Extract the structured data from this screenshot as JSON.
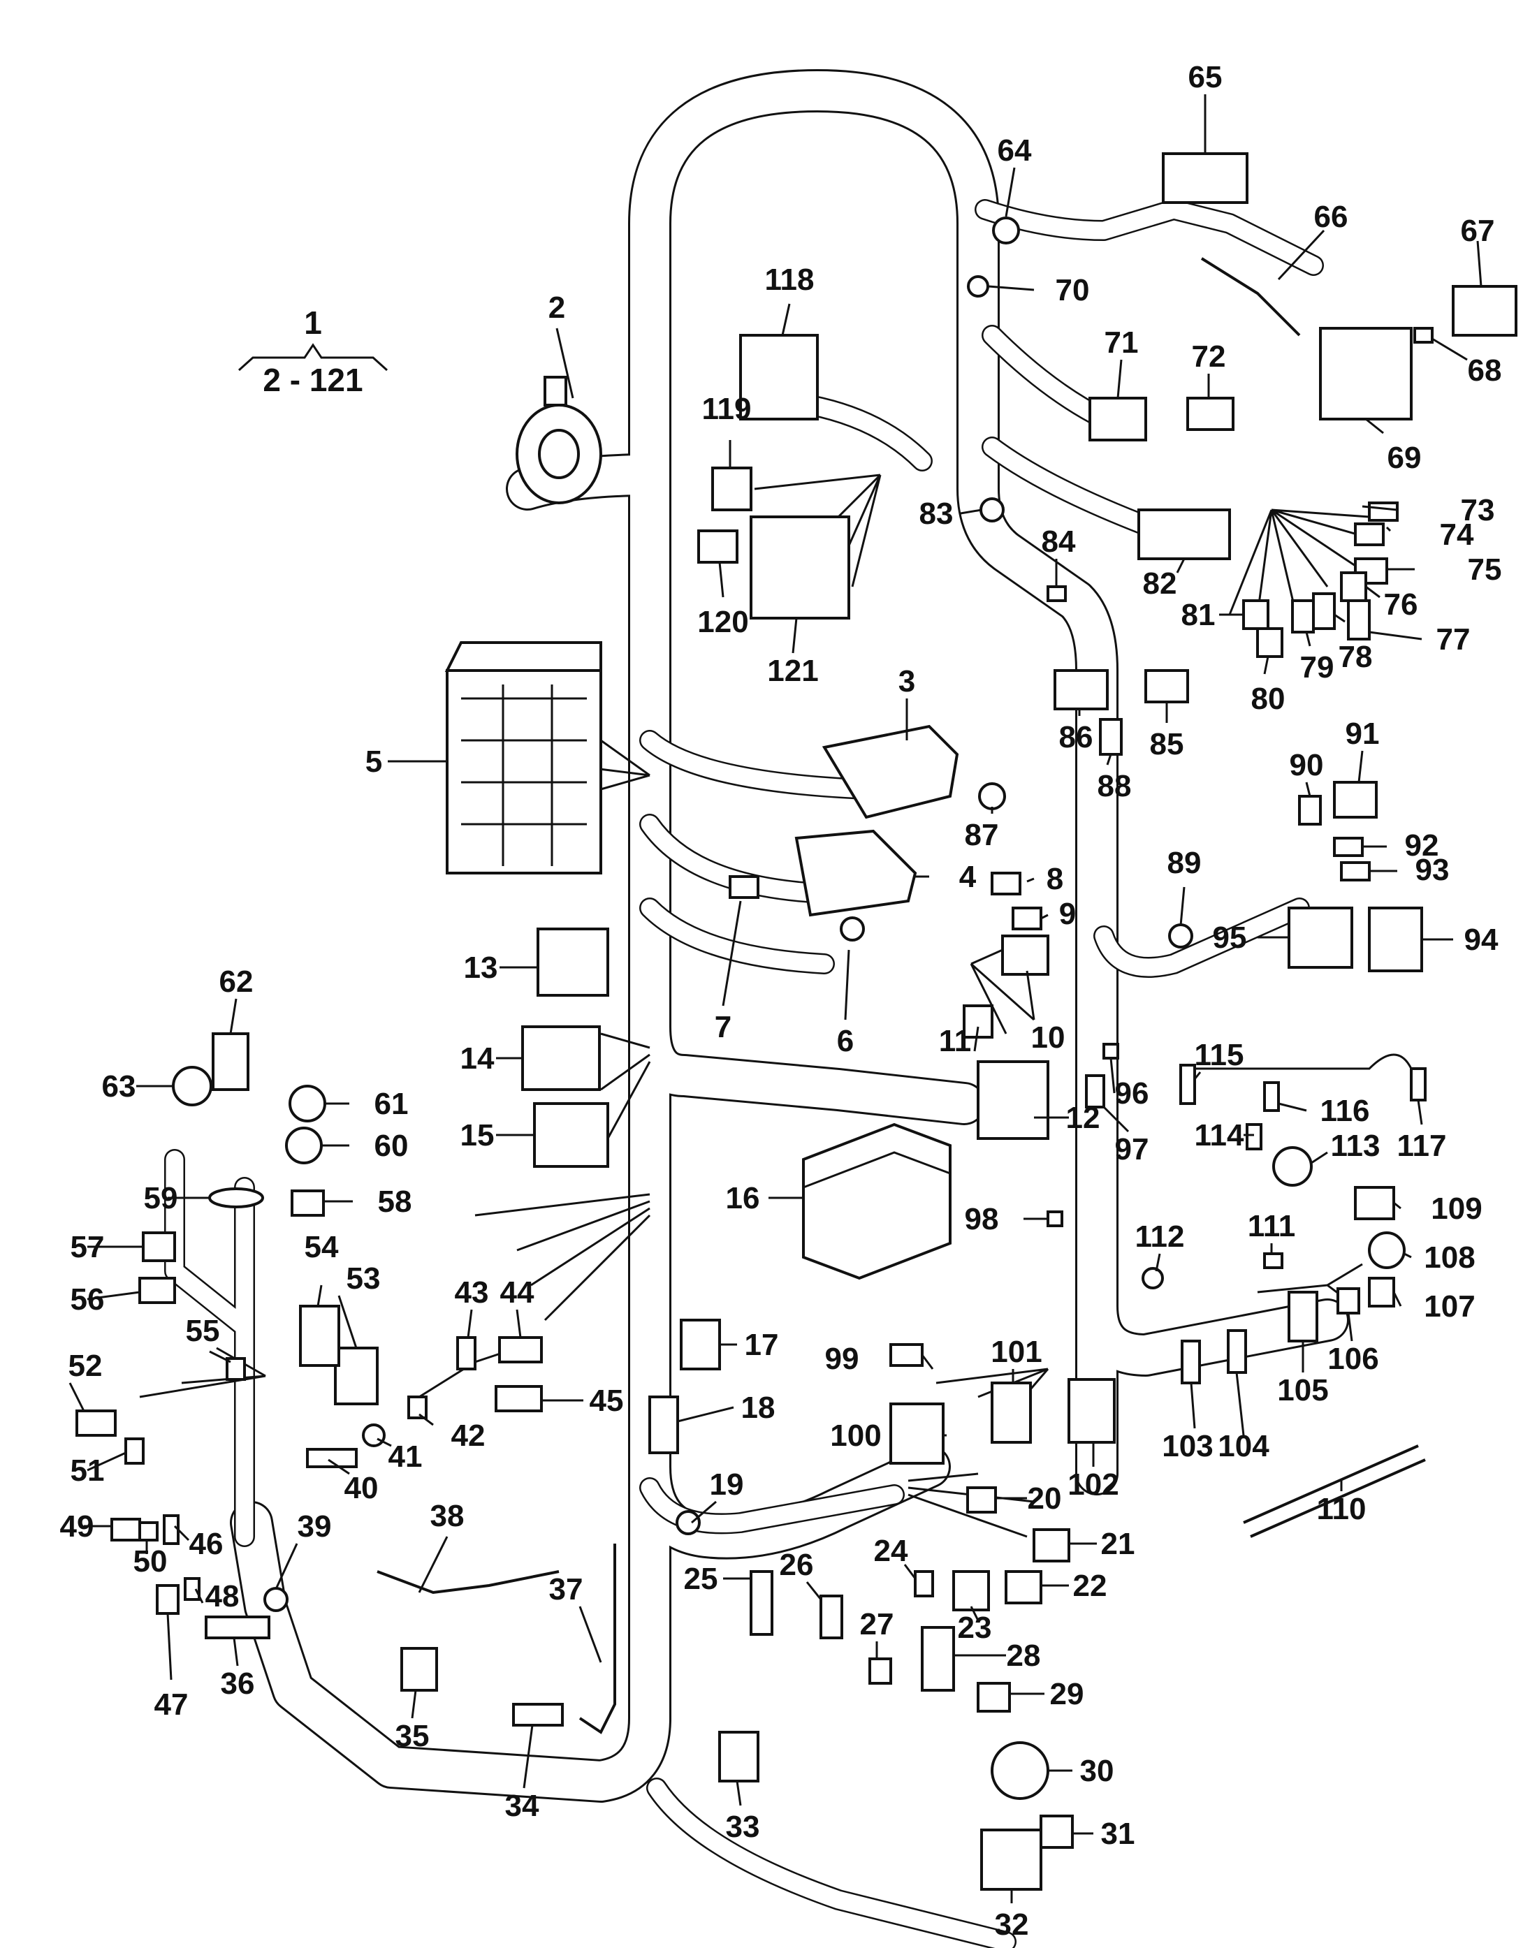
{
  "header": {
    "group_number": "1",
    "range": "2 - 121"
  },
  "labels": [
    {
      "n": "2"
    },
    {
      "n": "3"
    },
    {
      "n": "4"
    },
    {
      "n": "5"
    },
    {
      "n": "6"
    },
    {
      "n": "7"
    },
    {
      "n": "8"
    },
    {
      "n": "9"
    },
    {
      "n": "10"
    },
    {
      "n": "11"
    },
    {
      "n": "12"
    },
    {
      "n": "13"
    },
    {
      "n": "14"
    },
    {
      "n": "15"
    },
    {
      "n": "16"
    },
    {
      "n": "17"
    },
    {
      "n": "18"
    },
    {
      "n": "19"
    },
    {
      "n": "20"
    },
    {
      "n": "21"
    },
    {
      "n": "22"
    },
    {
      "n": "23"
    },
    {
      "n": "24"
    },
    {
      "n": "25"
    },
    {
      "n": "26"
    },
    {
      "n": "27"
    },
    {
      "n": "28"
    },
    {
      "n": "29"
    },
    {
      "n": "30"
    },
    {
      "n": "31"
    },
    {
      "n": "32"
    },
    {
      "n": "33"
    },
    {
      "n": "34"
    },
    {
      "n": "35"
    },
    {
      "n": "36"
    },
    {
      "n": "37"
    },
    {
      "n": "38"
    },
    {
      "n": "39"
    },
    {
      "n": "40"
    },
    {
      "n": "41"
    },
    {
      "n": "42"
    },
    {
      "n": "43"
    },
    {
      "n": "44"
    },
    {
      "n": "45"
    },
    {
      "n": "46"
    },
    {
      "n": "47"
    },
    {
      "n": "48"
    },
    {
      "n": "49"
    },
    {
      "n": "50"
    },
    {
      "n": "51"
    },
    {
      "n": "52"
    },
    {
      "n": "53"
    },
    {
      "n": "54"
    },
    {
      "n": "55"
    },
    {
      "n": "56"
    },
    {
      "n": "57"
    },
    {
      "n": "58"
    },
    {
      "n": "59"
    },
    {
      "n": "60"
    },
    {
      "n": "61"
    },
    {
      "n": "62"
    },
    {
      "n": "63"
    },
    {
      "n": "64"
    },
    {
      "n": "65"
    },
    {
      "n": "66"
    },
    {
      "n": "67"
    },
    {
      "n": "68"
    },
    {
      "n": "69"
    },
    {
      "n": "70"
    },
    {
      "n": "71"
    },
    {
      "n": "72"
    },
    {
      "n": "73"
    },
    {
      "n": "74"
    },
    {
      "n": "75"
    },
    {
      "n": "76"
    },
    {
      "n": "77"
    },
    {
      "n": "78"
    },
    {
      "n": "79"
    },
    {
      "n": "80"
    },
    {
      "n": "81"
    },
    {
      "n": "82"
    },
    {
      "n": "83"
    },
    {
      "n": "84"
    },
    {
      "n": "85"
    },
    {
      "n": "86"
    },
    {
      "n": "87"
    },
    {
      "n": "88"
    },
    {
      "n": "89"
    },
    {
      "n": "90"
    },
    {
      "n": "91"
    },
    {
      "n": "92"
    },
    {
      "n": "93"
    },
    {
      "n": "94"
    },
    {
      "n": "95"
    },
    {
      "n": "96"
    },
    {
      "n": "97"
    },
    {
      "n": "98"
    },
    {
      "n": "99"
    },
    {
      "n": "100"
    },
    {
      "n": "101"
    },
    {
      "n": "102"
    },
    {
      "n": "103"
    },
    {
      "n": "104"
    },
    {
      "n": "105"
    },
    {
      "n": "106"
    },
    {
      "n": "107"
    },
    {
      "n": "108"
    },
    {
      "n": "109"
    },
    {
      "n": "110"
    },
    {
      "n": "111"
    },
    {
      "n": "112"
    },
    {
      "n": "113"
    },
    {
      "n": "114"
    },
    {
      "n": "115"
    },
    {
      "n": "116"
    },
    {
      "n": "117"
    },
    {
      "n": "118"
    },
    {
      "n": "119"
    },
    {
      "n": "120"
    },
    {
      "n": "121"
    }
  ]
}
